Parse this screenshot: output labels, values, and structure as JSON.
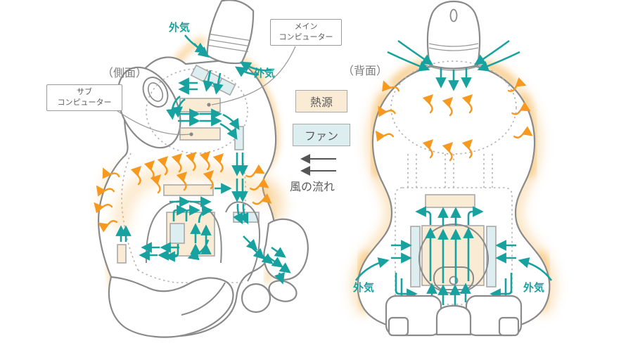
{
  "diagram": {
    "title_implicit": "robot cooling airflow diagram",
    "side_view": {
      "caption": "（側面）",
      "outside_air_top": "外気",
      "outside_air_right": "外気",
      "main_computer": {
        "line1": "メイン",
        "line2": "コンピューター"
      },
      "sub_computer": {
        "line1": "サブ",
        "line2": "コンピューター"
      }
    },
    "back_view": {
      "caption": "（背面）",
      "outside_air_left": "外気",
      "outside_air_right": "外気"
    },
    "legend": {
      "heat_source": "熱源",
      "fan": "ファン",
      "airflow": "風の流れ"
    },
    "colors": {
      "airflow_teal": "#17a2a0",
      "heat_orange": "#f6991e",
      "heat_source_fill": "#faecd4",
      "fan_fill": "#dceef0",
      "outline_gray": "#8a8a8a",
      "glow_orange": "#f6bd66",
      "label_gray": "#5a5a5a"
    }
  }
}
